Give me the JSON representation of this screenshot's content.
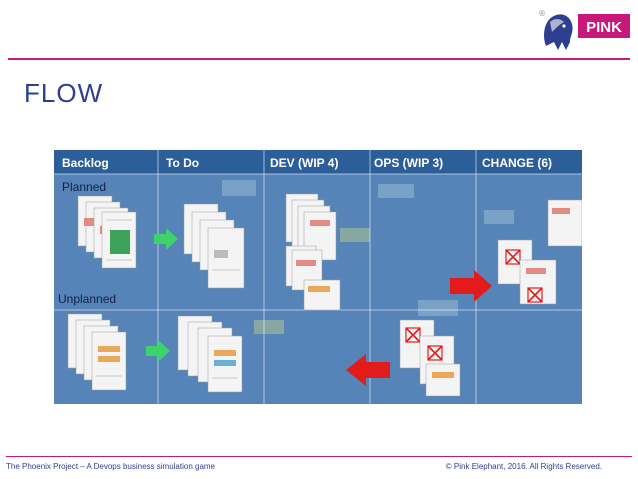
{
  "brand": {
    "logo_text": "PINK",
    "brand_color": "#c8197a",
    "title_color": "#2f3f8f"
  },
  "slide": {
    "title": "FLOW"
  },
  "board": {
    "columns": [
      "Backlog",
      "To Do",
      "DEV  (WIP 4)",
      "OPS (WIP 3)",
      "CHANGE (6)"
    ],
    "lanes": [
      "Planned",
      "Unplanned"
    ],
    "background_color": "#4f7eb4",
    "arrow_colors": {
      "green": "#3fd16a",
      "red": "#e31b1b"
    }
  },
  "footer": {
    "left": "The Phoenix Project – A Devops business simulation game",
    "right": "© Pink Elephant, 2016. All Rights Reserved."
  }
}
